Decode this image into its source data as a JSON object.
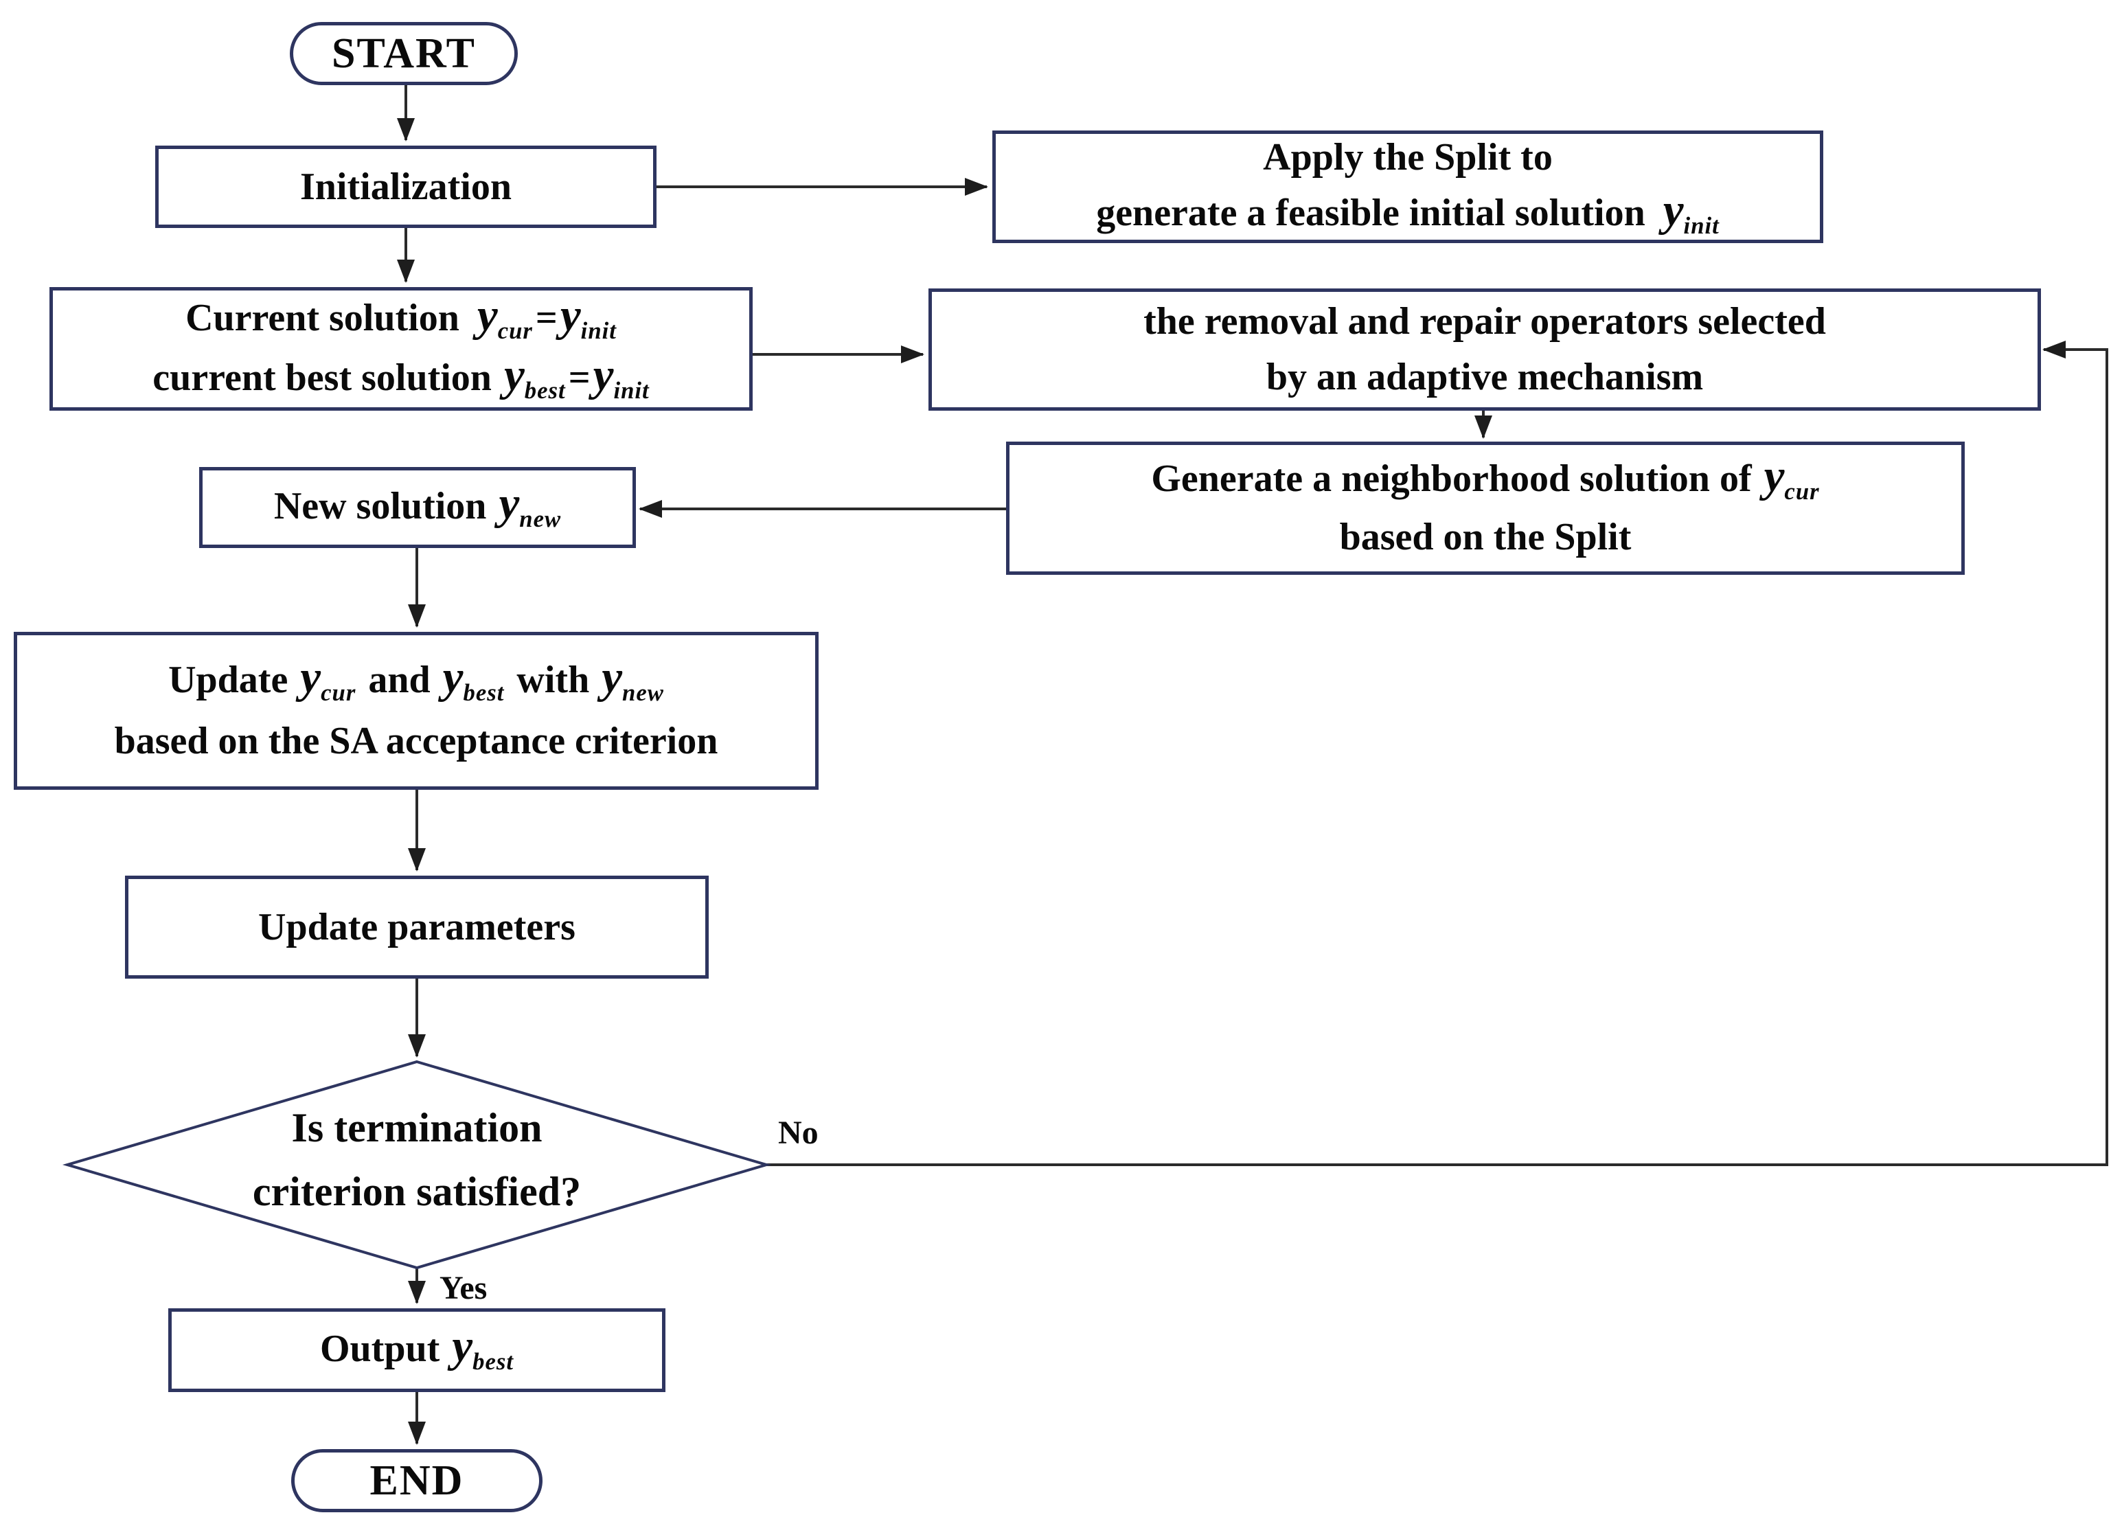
{
  "colors": {
    "node_border": "#2e3560",
    "wire": "#2b2b2b",
    "text": "#0a0a0a",
    "background": "#ffffff"
  },
  "symbols": {
    "y": "y",
    "eq": "=",
    "sub_init": "init",
    "sub_cur": "cur",
    "sub_best": "best",
    "sub_new": "new"
  },
  "nodes": {
    "start": {
      "label": "START"
    },
    "initialization": {
      "label": "Initialization"
    },
    "apply_split": {
      "line1": "Apply the Split to",
      "line2": "generate a feasible initial solution"
    },
    "current_solution": {
      "line1": "Current solution",
      "line2": "current best solution"
    },
    "operators": {
      "line1": "the removal and repair operators selected",
      "line2": "by an adaptive mechanism"
    },
    "generate_neighborhood": {
      "line1": "Generate a neighborhood solution of",
      "line2": "based on the Split"
    },
    "new_solution": {
      "label": "New solution"
    },
    "update_solution": {
      "word_update": "Update",
      "word_and": "and",
      "word_with": "with",
      "line2": "based on the SA acceptance criterion"
    },
    "update_parameters": {
      "label": "Update parameters"
    },
    "termination": {
      "line1": "Is termination",
      "line2": "criterion satisfied?"
    },
    "output": {
      "label": "Output"
    },
    "end": {
      "label": "END"
    }
  },
  "edge_labels": {
    "no": "No",
    "yes": "Yes"
  }
}
